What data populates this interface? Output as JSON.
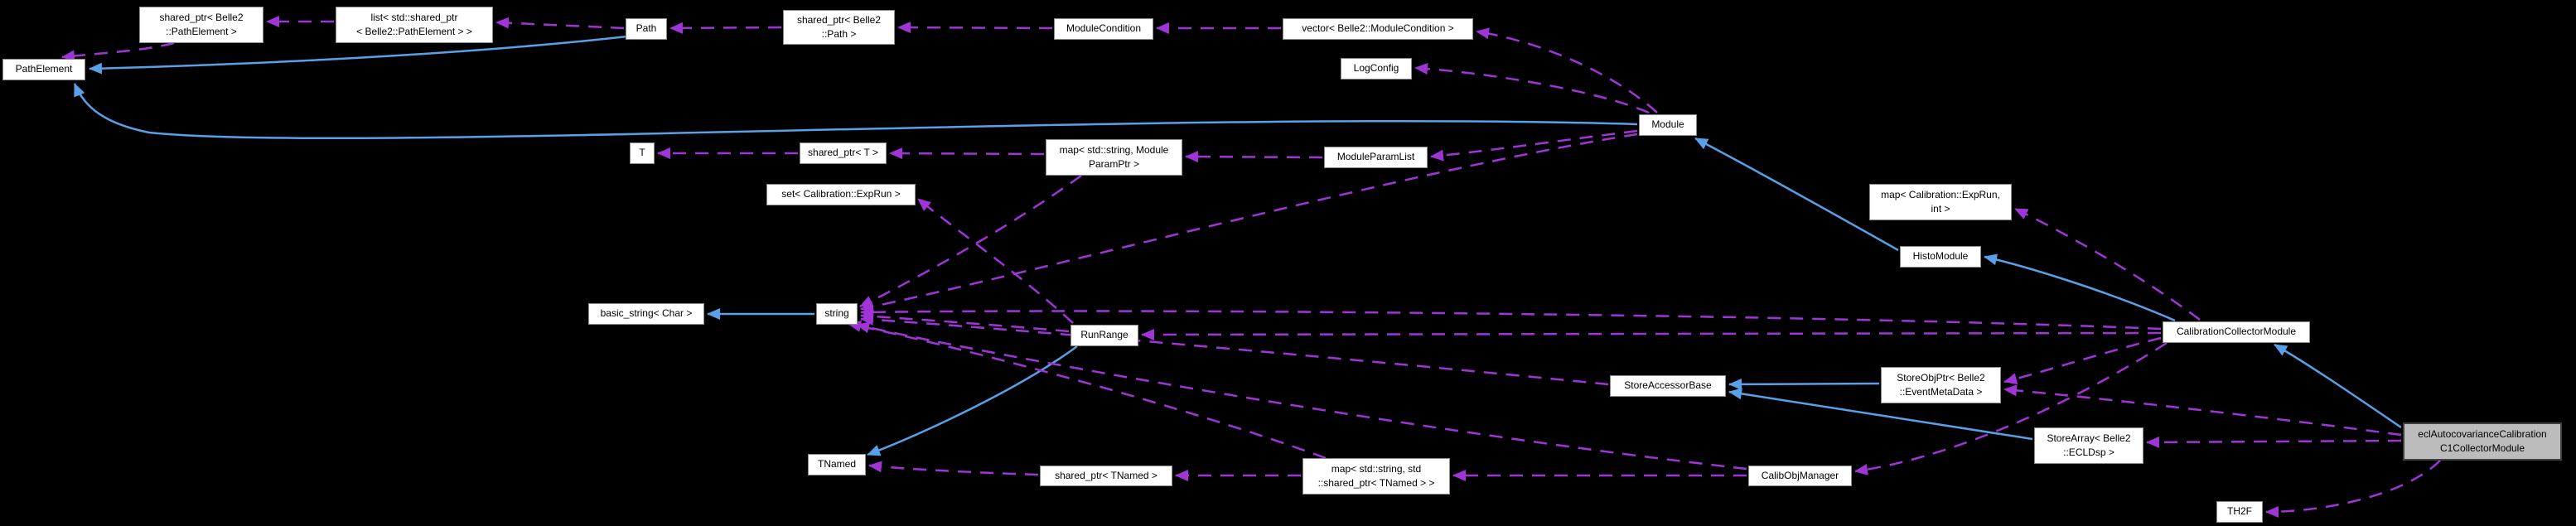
{
  "diagram": {
    "kind": "collaboration-graph",
    "highlighted_node": "ecl-autocovariance-calibration-c1-collector-module",
    "colors": {
      "background": "#000000",
      "node_fill": "#ffffff",
      "node_border": "#8c8c8c",
      "highlight_fill": "#bcbcbc",
      "highlight_border": "#404040",
      "inheritance_edge": "#58a0e8",
      "usage_edge": "#9f35d6",
      "text": "#000000"
    },
    "nodes": [
      {
        "id": "path-element",
        "label": "PathElement"
      },
      {
        "id": "shared-ptr-path-element",
        "label": "shared_ptr< Belle2\n::PathElement >"
      },
      {
        "id": "list-shared-ptr-path-element",
        "label": "list< std::shared_ptr\n< Belle2::PathElement > >"
      },
      {
        "id": "path",
        "label": "Path"
      },
      {
        "id": "shared-ptr-path",
        "label": "shared_ptr< Belle2\n::Path >"
      },
      {
        "id": "module-condition",
        "label": "ModuleCondition"
      },
      {
        "id": "vector-module-condition",
        "label": "vector< Belle2::ModuleCondition >"
      },
      {
        "id": "log-config",
        "label": "LogConfig"
      },
      {
        "id": "module",
        "label": "Module"
      },
      {
        "id": "t",
        "label": "T"
      },
      {
        "id": "shared-ptr-t",
        "label": "shared_ptr< T >"
      },
      {
        "id": "map-string-module-param-ptr",
        "label": "map< std::string, Module\nParamPtr >"
      },
      {
        "id": "module-param-list",
        "label": "ModuleParamList"
      },
      {
        "id": "set-calibration-exp-run",
        "label": "set< Calibration::ExpRun >"
      },
      {
        "id": "basic-string-char",
        "label": "basic_string< Char >"
      },
      {
        "id": "string",
        "label": "string"
      },
      {
        "id": "run-range",
        "label": "RunRange"
      },
      {
        "id": "map-calibration-exp-run-int",
        "label": "map< Calibration::ExpRun,\nint >"
      },
      {
        "id": "histo-module",
        "label": "HistoModule"
      },
      {
        "id": "calibration-collector-module",
        "label": "CalibrationCollectorModule"
      },
      {
        "id": "store-accessor-base",
        "label": "StoreAccessorBase"
      },
      {
        "id": "store-obj-ptr-event-meta-data",
        "label": "StoreObjPtr< Belle2\n::EventMetaData >"
      },
      {
        "id": "store-array-ecl-dsp",
        "label": "StoreArray< Belle2\n::ECLDsp >"
      },
      {
        "id": "t-named",
        "label": "TNamed"
      },
      {
        "id": "shared-ptr-t-named",
        "label": "shared_ptr< TNamed >"
      },
      {
        "id": "map-string-shared-ptr-t-named",
        "label": "map< std::string, std\n::shared_ptr< TNamed > >"
      },
      {
        "id": "calib-obj-manager",
        "label": "CalibObjManager"
      },
      {
        "id": "ecl-autocovariance-calibration-c1-collector-module",
        "label": "eclAutocovarianceCalibration\nC1CollectorModule"
      },
      {
        "id": "th2f",
        "label": "TH2F"
      }
    ],
    "edges": [
      {
        "from": "path",
        "to": "path-element",
        "type": "inheritance"
      },
      {
        "from": "module",
        "to": "path-element",
        "type": "inheritance"
      },
      {
        "from": "string",
        "to": "basic-string-char",
        "type": "inheritance"
      },
      {
        "from": "run-range",
        "to": "t-named",
        "type": "inheritance"
      },
      {
        "from": "store-obj-ptr-event-meta-data",
        "to": "store-accessor-base",
        "type": "inheritance"
      },
      {
        "from": "store-array-ecl-dsp",
        "to": "store-accessor-base",
        "type": "inheritance"
      },
      {
        "from": "histo-module",
        "to": "module",
        "type": "inheritance"
      },
      {
        "from": "calibration-collector-module",
        "to": "histo-module",
        "type": "inheritance"
      },
      {
        "from": "ecl-autocovariance-calibration-c1-collector-module",
        "to": "calibration-collector-module",
        "type": "inheritance"
      },
      {
        "from": "list-shared-ptr-path-element",
        "to": "shared-ptr-path-element",
        "type": "usage"
      },
      {
        "from": "shared-ptr-path-element",
        "to": "path-element",
        "type": "usage"
      },
      {
        "from": "path",
        "to": "list-shared-ptr-path-element",
        "type": "usage"
      },
      {
        "from": "shared-ptr-path",
        "to": "path",
        "type": "usage"
      },
      {
        "from": "module-condition",
        "to": "shared-ptr-path",
        "type": "usage"
      },
      {
        "from": "vector-module-condition",
        "to": "module-condition",
        "type": "usage"
      },
      {
        "from": "module",
        "to": "vector-module-condition",
        "type": "usage"
      },
      {
        "from": "module",
        "to": "log-config",
        "type": "usage"
      },
      {
        "from": "module",
        "to": "module-param-list",
        "type": "usage"
      },
      {
        "from": "module",
        "to": "string",
        "type": "usage"
      },
      {
        "from": "module-param-list",
        "to": "map-string-module-param-ptr",
        "type": "usage"
      },
      {
        "from": "map-string-module-param-ptr",
        "to": "shared-ptr-t",
        "type": "usage"
      },
      {
        "from": "shared-ptr-t",
        "to": "t",
        "type": "usage"
      },
      {
        "from": "map-string-module-param-ptr",
        "to": "string",
        "type": "usage"
      },
      {
        "from": "run-range",
        "to": "set-calibration-exp-run",
        "type": "usage"
      },
      {
        "from": "run-range",
        "to": "string",
        "type": "usage"
      },
      {
        "from": "calibration-collector-module",
        "to": "run-range",
        "type": "usage"
      },
      {
        "from": "calibration-collector-module",
        "to": "string",
        "type": "usage"
      },
      {
        "from": "calibration-collector-module",
        "to": "map-calibration-exp-run-int",
        "type": "usage"
      },
      {
        "from": "calibration-collector-module",
        "to": "store-obj-ptr-event-meta-data",
        "type": "usage"
      },
      {
        "from": "calibration-collector-module",
        "to": "calib-obj-manager",
        "type": "usage"
      },
      {
        "from": "ecl-autocovariance-calibration-c1-collector-module",
        "to": "store-obj-ptr-event-meta-data",
        "type": "usage"
      },
      {
        "from": "ecl-autocovariance-calibration-c1-collector-module",
        "to": "store-array-ecl-dsp",
        "type": "usage"
      },
      {
        "from": "ecl-autocovariance-calibration-c1-collector-module",
        "to": "th2f",
        "type": "usage"
      },
      {
        "from": "store-accessor-base",
        "to": "string",
        "type": "usage"
      },
      {
        "from": "calib-obj-manager",
        "to": "map-string-shared-ptr-t-named",
        "type": "usage"
      },
      {
        "from": "map-string-shared-ptr-t-named",
        "to": "shared-ptr-t-named",
        "type": "usage"
      },
      {
        "from": "shared-ptr-t-named",
        "to": "t-named",
        "type": "usage"
      },
      {
        "from": "map-string-shared-ptr-t-named",
        "to": "string",
        "type": "usage"
      },
      {
        "from": "calib-obj-manager",
        "to": "string",
        "type": "usage"
      }
    ]
  }
}
